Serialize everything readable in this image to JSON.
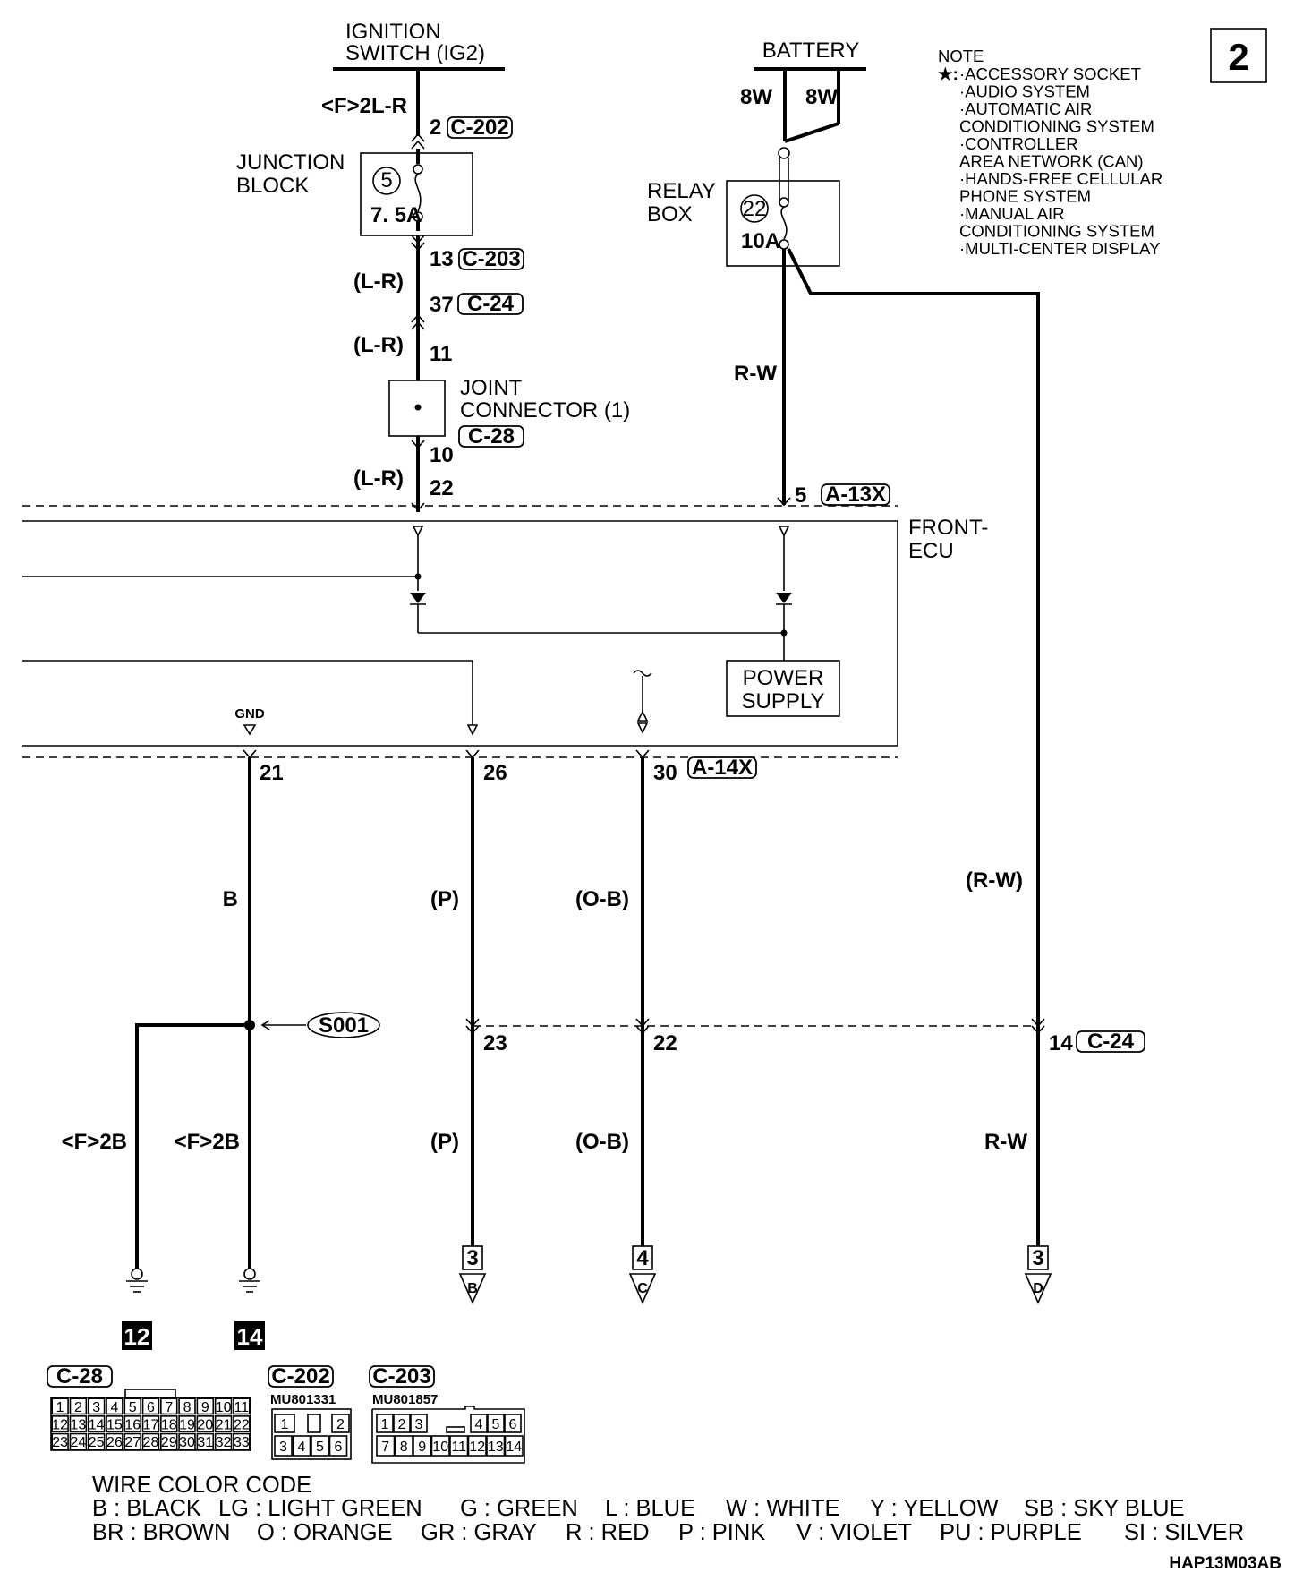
{
  "page_number": "2",
  "diagram_id": "HAP13M03AB",
  "ignition_switch": {
    "line1": "IGNITION",
    "line2": "SWITCH (IG2)"
  },
  "battery": {
    "label": "BATTERY",
    "wire_left": "8W",
    "wire_right": "8W"
  },
  "note": {
    "title": "NOTE",
    "star": "★:",
    "items": [
      "·ACCESSORY SOCKET",
      "·AUDIO SYSTEM",
      "·AUTOMATIC AIR",
      " CONDITIONING SYSTEM",
      "·CONTROLLER",
      " AREA NETWORK (CAN)",
      "·HANDS-FREE CELLULAR",
      " PHONE SYSTEM",
      "·MANUAL AIR",
      " CONDITIONING SYSTEM",
      "·MULTI-CENTER DISPLAY"
    ]
  },
  "left_branch": {
    "wire_top": "<F>2L-R",
    "pin_top": "2",
    "conn_top": "C-202",
    "junction_line1": "JUNCTION",
    "junction_line2": "BLOCK",
    "fuse_no": "5",
    "fuse_rating": "7. 5A",
    "pin_13": "13",
    "conn_203": "C-203",
    "wire_lr_1": "(L-R)",
    "pin_37": "37",
    "conn_24": "C-24",
    "wire_lr_2": "(L-R)",
    "pin_11": "11",
    "joint_line1": "JOINT",
    "joint_line2": "CONNECTOR (1)",
    "joint_conn": "C-28",
    "pin_10": "10",
    "wire_lr_3": "(L-R)",
    "pin_22": "22"
  },
  "relay_box": {
    "line1": "RELAY",
    "line2": "BOX",
    "fuse_no": "22",
    "fuse_rating": "10A",
    "wire": "R-W",
    "pin": "5",
    "conn": "A-13X"
  },
  "front_ecu": {
    "line1": "FRONT-",
    "line2": "ECU",
    "power_line1": "POWER",
    "power_line2": "SUPPLY",
    "gnd": "GND",
    "conn": "A-14X"
  },
  "bottom_pins": {
    "p21": "21",
    "p26": "26",
    "p30": "30",
    "w_b": "B",
    "w_p1": "(P)",
    "w_ob1": "(O-B)",
    "w_rw1": "(R-W)",
    "splice": "S001",
    "p23": "23",
    "p22": "22",
    "p14": "14",
    "conn_14": "C-24",
    "w_f2b_1": "<F>2B",
    "w_f2b_2": "<F>2B",
    "w_p2": "(P)",
    "w_ob2": "(O-B)",
    "w_rw2": "R-W"
  },
  "grounds": [
    "12",
    "14"
  ],
  "continuations": [
    {
      "page": "3",
      "letter": "B"
    },
    {
      "page": "4",
      "letter": "C"
    },
    {
      "page": "3",
      "letter": "D"
    }
  ],
  "connectors": {
    "c28": {
      "label": "C-28",
      "rows": [
        [
          "1",
          "2",
          "3",
          "4",
          "5",
          "6",
          "7",
          "8",
          "9",
          "10",
          "11"
        ],
        [
          "12",
          "13",
          "14",
          "15",
          "16",
          "17",
          "18",
          "19",
          "20",
          "21",
          "22"
        ],
        [
          "23",
          "24",
          "25",
          "26",
          "27",
          "28",
          "29",
          "30",
          "31",
          "32",
          "33"
        ]
      ]
    },
    "c202": {
      "label": "C-202",
      "part": "MU801331",
      "rows": [
        [
          "1",
          "",
          "2"
        ],
        [
          "3",
          "4",
          "5",
          "6"
        ]
      ]
    },
    "c203": {
      "label": "C-203",
      "part": "MU801857",
      "rows": [
        [
          "1",
          "2",
          "3",
          "",
          "4",
          "5",
          "6"
        ],
        [
          "7",
          "8",
          "9",
          "10",
          "11",
          "12",
          "13",
          "14"
        ]
      ]
    }
  },
  "color_code": {
    "title": "WIRE COLOR CODE",
    "row1": [
      "B : BLACK",
      "LG : LIGHT GREEN",
      "G : GREEN",
      "L : BLUE",
      "W : WHITE",
      "Y : YELLOW",
      "SB : SKY BLUE"
    ],
    "row2": [
      "BR : BROWN",
      "O : ORANGE",
      "GR : GRAY",
      "R : RED",
      "P : PINK",
      "V : VIOLET",
      "PU : PURPLE",
      "SI : SILVER"
    ]
  }
}
